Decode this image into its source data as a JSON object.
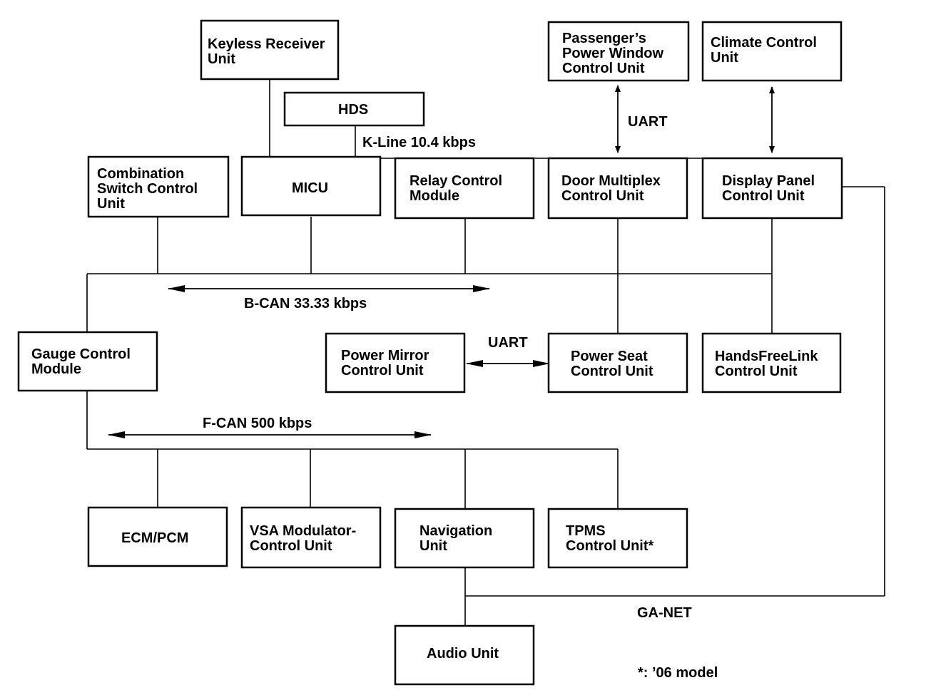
{
  "units": {
    "keyless": "Keyless Receiver\nUnit",
    "hds": "HDS",
    "combination": "Combination\nSwitch Control\nUnit",
    "micu": "MICU",
    "relay": "Relay Control\nModule",
    "passenger": "Passenger’s\nPower Window\nControl Unit",
    "climate": "Climate Control\nUnit",
    "door": "Door Multiplex\nControl Unit",
    "display": "Display Panel\nControl Unit",
    "gauge": "Gauge Control\nModule",
    "mirror": "Power Mirror\nControl Unit",
    "seat": "Power Seat\nControl Unit",
    "handsfree": "HandsFreeLink\nControl Unit",
    "ecm": "ECM/PCM",
    "vsa": "VSA Modulator-\nControl Unit",
    "nav": "Navigation\nUnit",
    "tpms": "TPMS\nControl Unit*",
    "audio": "Audio Unit"
  },
  "labels": {
    "kline": "K-Line 10.4 kbps",
    "uart_top": "UART",
    "bcan": "B-CAN 33.33 kbps",
    "uart_mid": "UART",
    "fcan": "F-CAN 500 kbps",
    "ganet": "GA-NET",
    "note": "*: ’06 model"
  }
}
